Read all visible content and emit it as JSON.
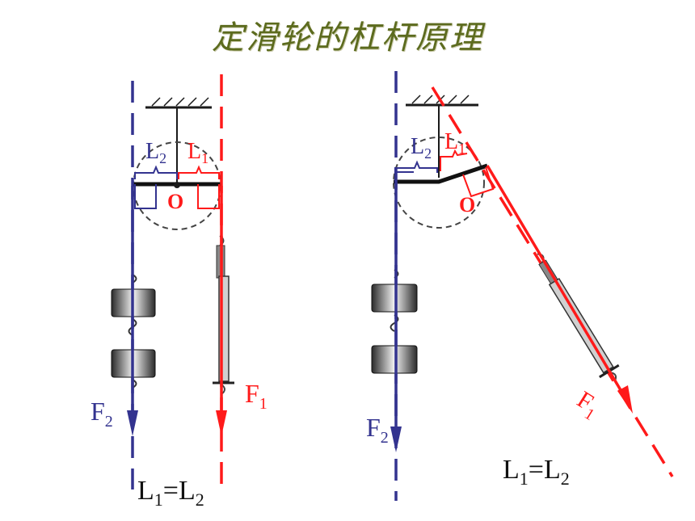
{
  "title": "定滑轮的杠杆原理",
  "colors": {
    "blue": "#33338f",
    "red": "#ff1a1a",
    "dark": "#1a1a1a",
    "title": "#5c6b1e"
  },
  "left_figure": {
    "pivot_label": "O",
    "arm_label_blue": {
      "main": "L",
      "sub": "2"
    },
    "arm_label_red": {
      "main": "L",
      "sub": "1"
    },
    "force_blue": {
      "main": "F",
      "sub": "2"
    },
    "force_red": {
      "main": "F",
      "sub": "1"
    },
    "equation": {
      "a": "L",
      "a_sub": "1",
      "eq": "=",
      "b": "L",
      "b_sub": "2"
    }
  },
  "right_figure": {
    "pivot_label": "O",
    "arm_label_blue": {
      "main": "L",
      "sub": "2"
    },
    "arm_label_red": {
      "main": "L",
      "sub": "1"
    },
    "force_blue": {
      "main": "F",
      "sub": "2"
    },
    "force_red": {
      "main": "F",
      "sub": "1"
    },
    "equation": {
      "a": "L",
      "a_sub": "1",
      "eq": "=",
      "b": "L",
      "b_sub": "2"
    }
  }
}
